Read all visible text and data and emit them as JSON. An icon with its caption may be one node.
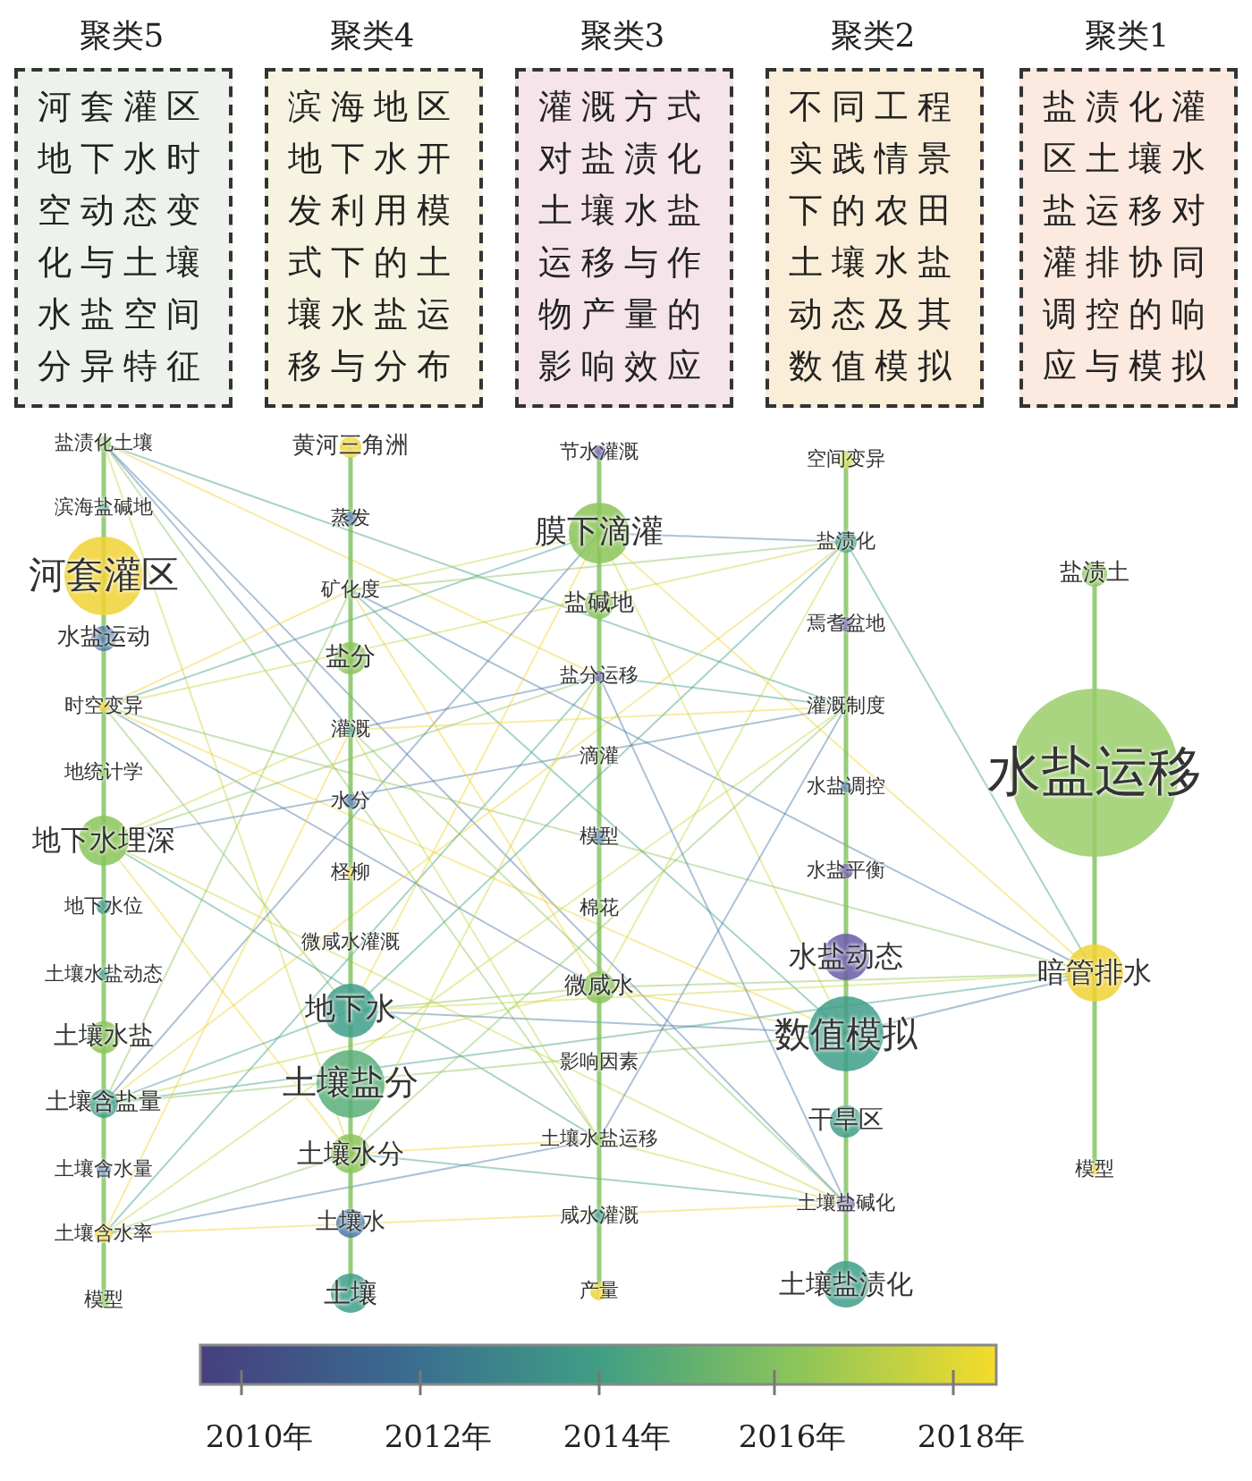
{
  "diagram": {
    "nodes": [
      {
        "text": [
          "聚类5",
          "河套灌区地下水时空动态变化与土壤水盐空间分异特征"
        ]
      },
      {
        "text": [
          "聚类4",
          "滨海地区地下水开发利用模式下的土壤水盐运移与分布"
        ]
      },
      {
        "text": [
          "聚类3",
          "灌溉方式对盐渍化土壤水盐运移与作物产量的影响效应"
        ]
      },
      {
        "text": [
          "聚类2",
          "不同工程实践情景下的农田土壤水盐动态及其数值模拟"
        ]
      },
      {
        "text": [
          "聚类1",
          "盐渍化灌区土壤水盐运移对灌排协同调控的响应与模拟"
        ]
      }
    ],
    "labels": [
      "盐渍化土壤",
      "滨海盐碱地",
      "河套灌区",
      "水盐运动",
      "时空变异",
      "地统计学",
      "地下水埋深",
      "地下水位",
      "土壤水盐动态",
      "土壤水盐",
      "土壤含盐量",
      "土壤含水量",
      "土壤含水率",
      "模型",
      "黄河三角洲",
      "蒸发",
      "矿化度",
      "盐分",
      "灌溉",
      "水分",
      "柽柳",
      "微咸水灌溉",
      "地下水",
      "土壤盐分",
      "土壤水分",
      "土壤水",
      "土壤",
      "节水灌溉",
      "膜下滴灌",
      "盐碱地",
      "盐分运移",
      "滴灌",
      "模型",
      "棉花",
      "微咸水",
      "影响因素",
      "土壤水盐运移",
      "咸水灌溉",
      "产量",
      "空间变异",
      "盐渍化",
      "焉耆盆地",
      "灌溉制度",
      "水盐调控",
      "水盐平衡",
      "水盐动态",
      "数值模拟",
      "干旱区",
      "土壤盐碱化",
      "土壤盐渍化",
      "盐渍土",
      "水盐运移",
      "暗管排水",
      "模型",
      "2010年",
      "2012年",
      "2014年",
      "2016年",
      "2018年"
    ]
  }
}
